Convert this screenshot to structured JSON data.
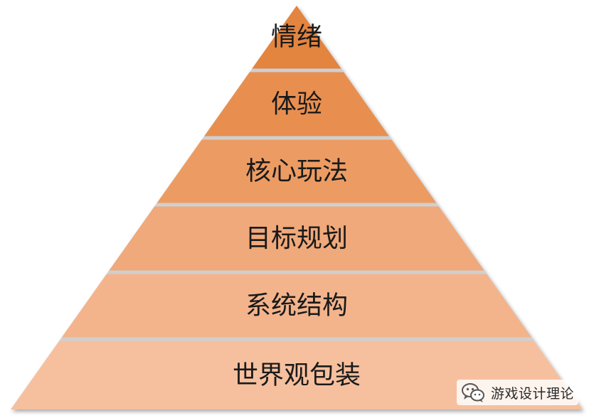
{
  "pyramid": {
    "levels": [
      {
        "label": "情绪",
        "color": "#E3843F"
      },
      {
        "label": "体验",
        "color": "#E88F50"
      },
      {
        "label": "核心玩法",
        "color": "#EC9C63"
      },
      {
        "label": "目标规划",
        "color": "#F0A97A"
      },
      {
        "label": "系统结构",
        "color": "#F3B48C"
      },
      {
        "label": "世界观包装",
        "color": "#F6C09E"
      }
    ],
    "border_color": "#D7D7D7"
  },
  "watermark": {
    "text": "游戏设计理论",
    "icon": "wechat-icon"
  }
}
